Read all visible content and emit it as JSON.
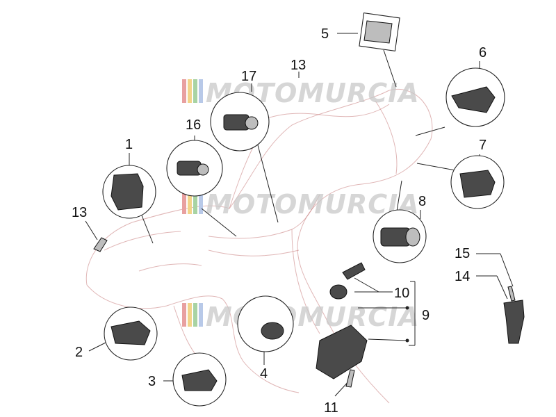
{
  "watermark": {
    "text": "MOTOMURCIA",
    "stripe_colors": [
      "#e8a0a0",
      "#f2d48a",
      "#a8d3a3",
      "#b8c9e8"
    ]
  },
  "labels": {
    "n1": "1",
    "n2": "2",
    "n3": "3",
    "n4": "4",
    "n5": "5",
    "n6": "6",
    "n7": "7",
    "n8": "8",
    "n9": "9",
    "n10": "10",
    "n11": "11",
    "n13a": "13",
    "n13b": "13",
    "n14": "14",
    "n15": "15",
    "n16": "16",
    "n17": "17"
  },
  "colors": {
    "ghost_outline": "#c77a7a",
    "ink": "#222222"
  }
}
